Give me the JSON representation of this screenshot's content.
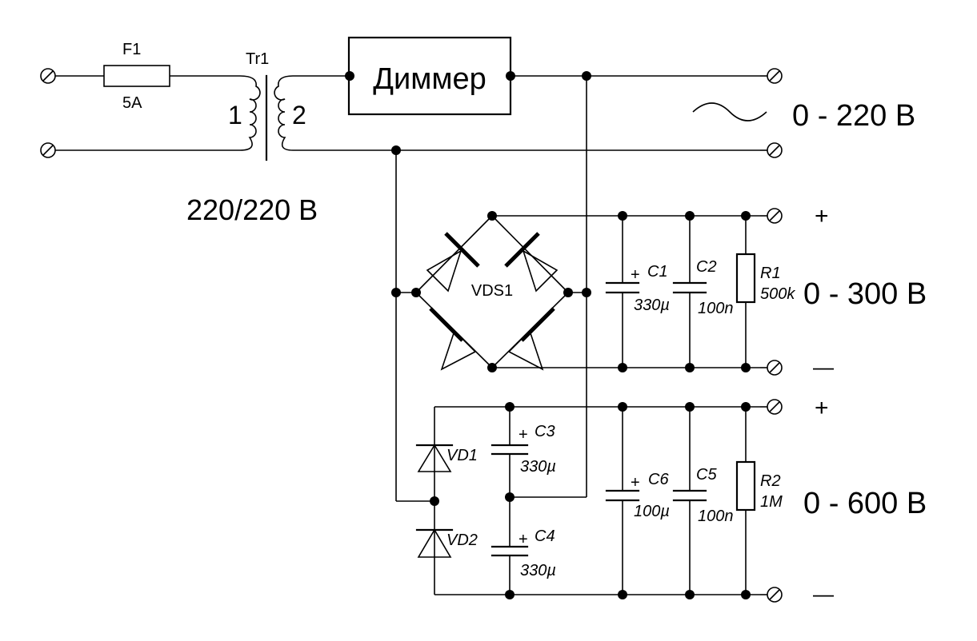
{
  "labels": {
    "fuse_ref": "F1",
    "fuse_rating": "5A",
    "transformer_ref": "Tr1",
    "winding_primary": "1",
    "winding_secondary": "2",
    "transformer_ratio": "220/220 В",
    "dimmer": "Диммер",
    "out_ac": "0 - 220 В",
    "out_300": "0 - 300 В",
    "out_600": "0 - 600 В",
    "plus": "+",
    "minus": "—",
    "bridge_ref": "VDS1",
    "c1_ref": "C1",
    "c1_val": "330µ",
    "c2_ref": "C2",
    "c2_val": "100n",
    "r1_ref": "R1",
    "r1_val": "500k",
    "c3_ref": "C3",
    "c3_val": "330µ",
    "c4_ref": "C4",
    "c4_val": "330µ",
    "c5_ref": "C5",
    "c5_val": "100n",
    "c6_ref": "C6",
    "c6_val": "100µ",
    "r2_ref": "R2",
    "r2_val": "1M",
    "vd1_ref": "VD1",
    "vd2_ref": "VD2"
  }
}
